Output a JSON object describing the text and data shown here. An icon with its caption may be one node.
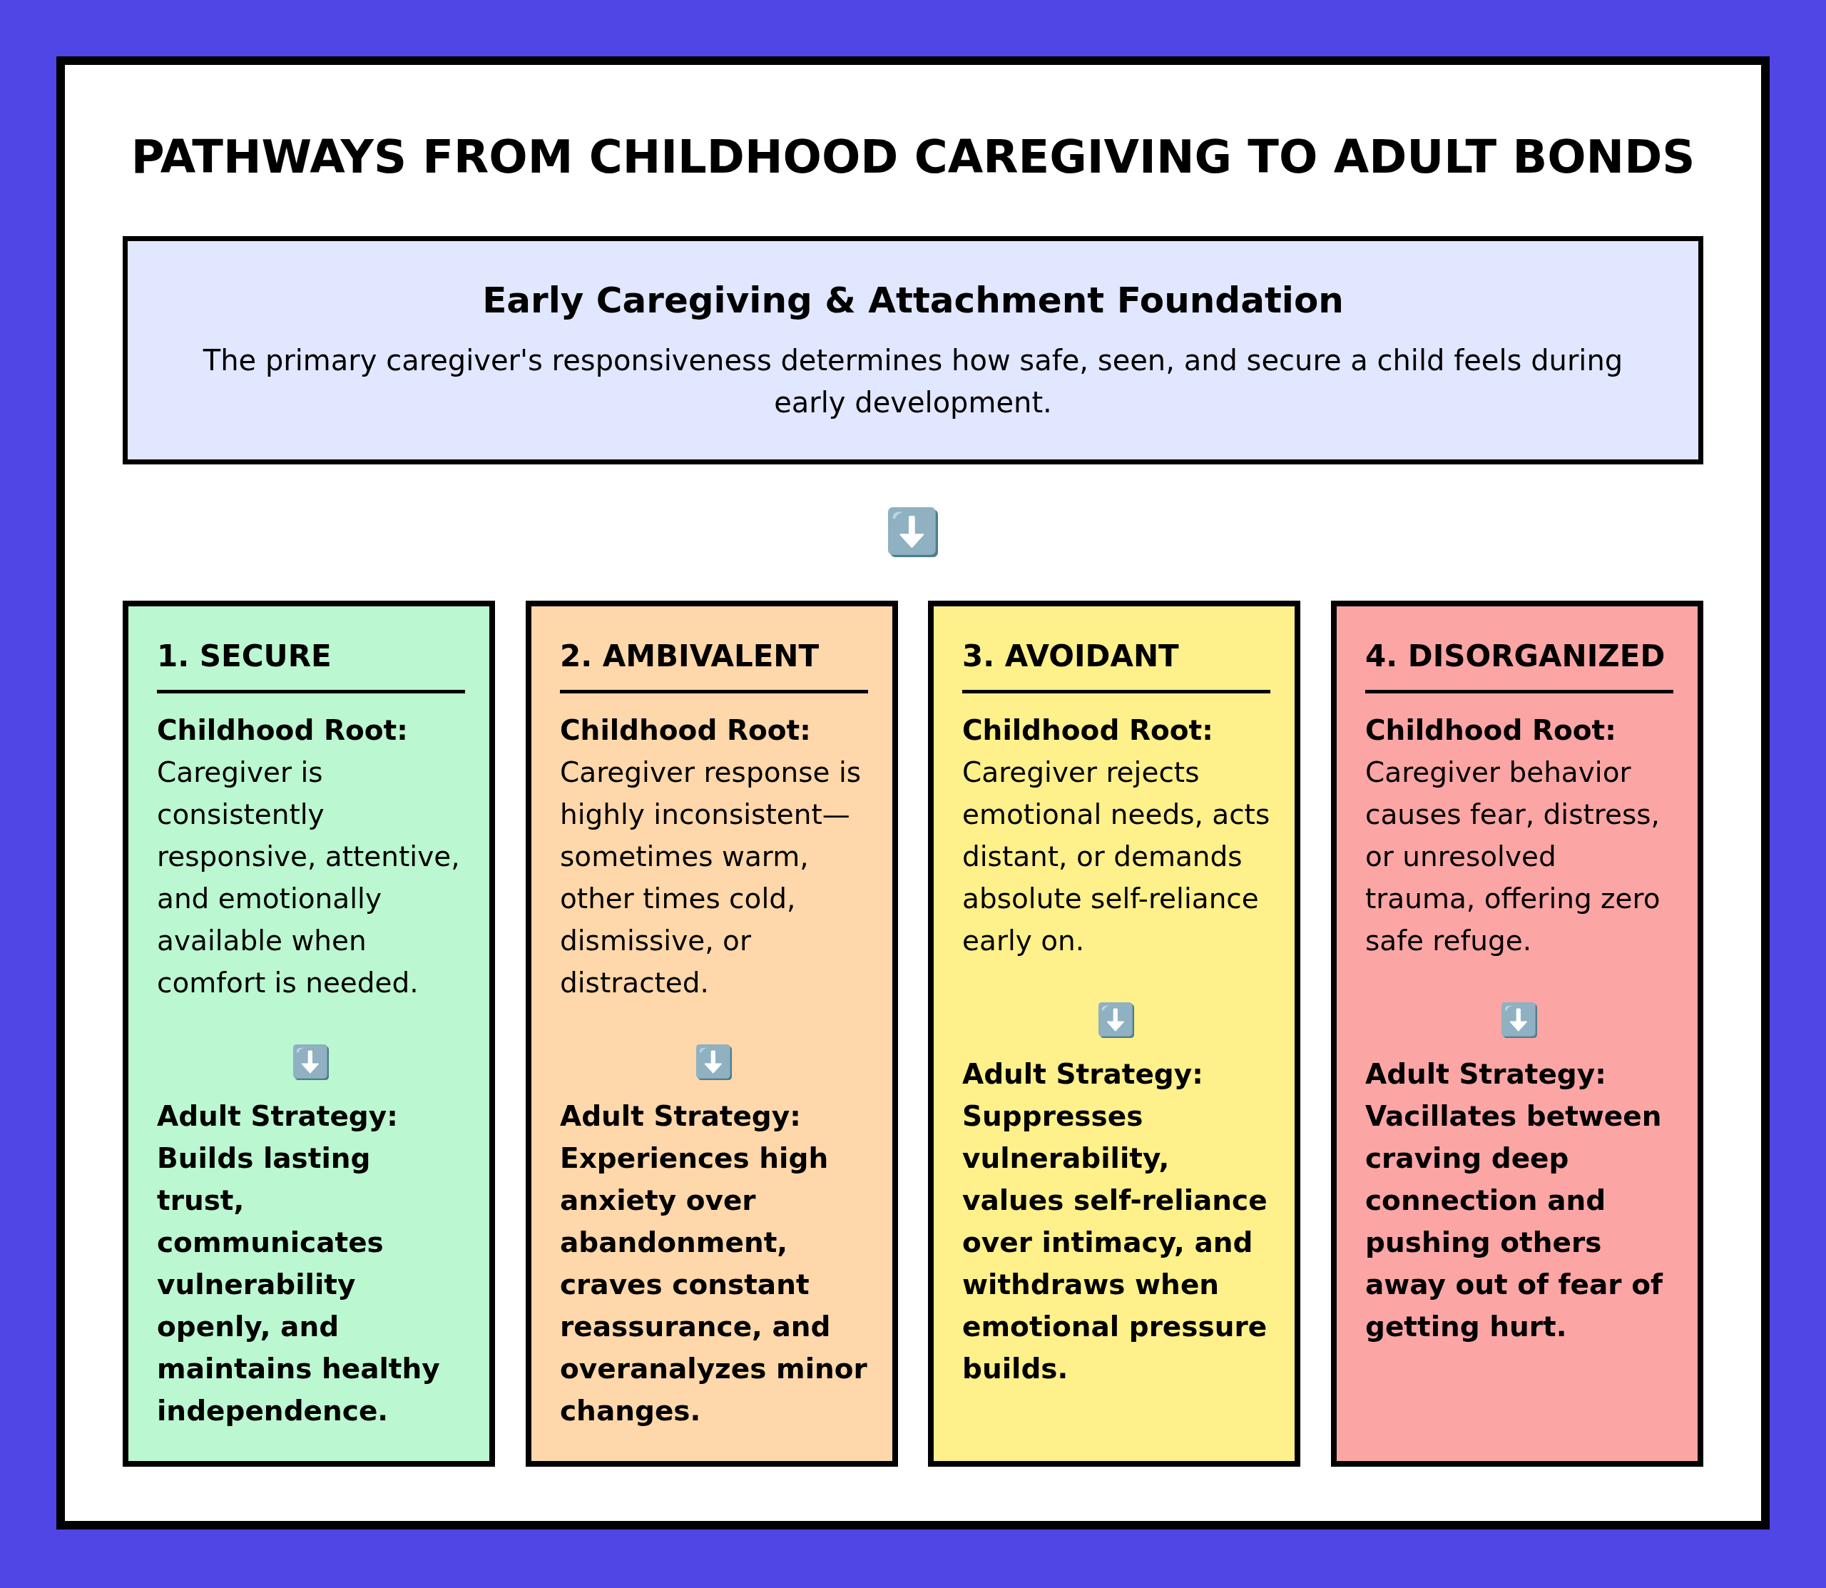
{
  "diagram": {
    "title": "PATHWAYS FROM CHILDHOOD CAREGIVING TO ADULT BONDS",
    "nodes": [
      {
        "text": [
          "Early Caregiving & Attachment Foundation",
          "The primary caregiver's responsiveness determines how safe, seen, and secure a child feels during early development."
        ]
      },
      {
        "text": [
          "1. SECURE",
          "Childhood Root:",
          "Caregiver is consistently responsive, attentive, and emotionally available when comfort is needed.",
          "Adult Strategy:",
          "Builds lasting trust, communicates vulnerability openly, and maintains healthy independence."
        ]
      },
      {
        "text": [
          "2. AMBIVALENT",
          "Childhood Root:",
          "Caregiver response is highly inconsistent—sometimes warm, other times cold, dismissive, or distracted.",
          "Adult Strategy:",
          "Experiences high anxiety over abandonment, craves constant reassurance, and overanalyzes minor changes."
        ]
      },
      {
        "text": [
          "3. AVOIDANT",
          "Childhood Root:",
          "Caregiver rejects emotional needs, acts distant, or demands absolute self-reliance early on.",
          "Adult Strategy:",
          "Suppresses vulnerability, values self-reliance over intimacy, and withdraws when emotional pressure builds."
        ]
      },
      {
        "text": [
          "4. DISORGANIZED",
          "Childhood Root:",
          "Caregiver behavior causes fear, distress, or unresolved trauma, offering zero safe refuge.",
          "Adult Strategy:",
          "Vacillates between craving deep connection and pushing others away out of fear of getting hurt."
        ]
      }
    ]
  }
}
